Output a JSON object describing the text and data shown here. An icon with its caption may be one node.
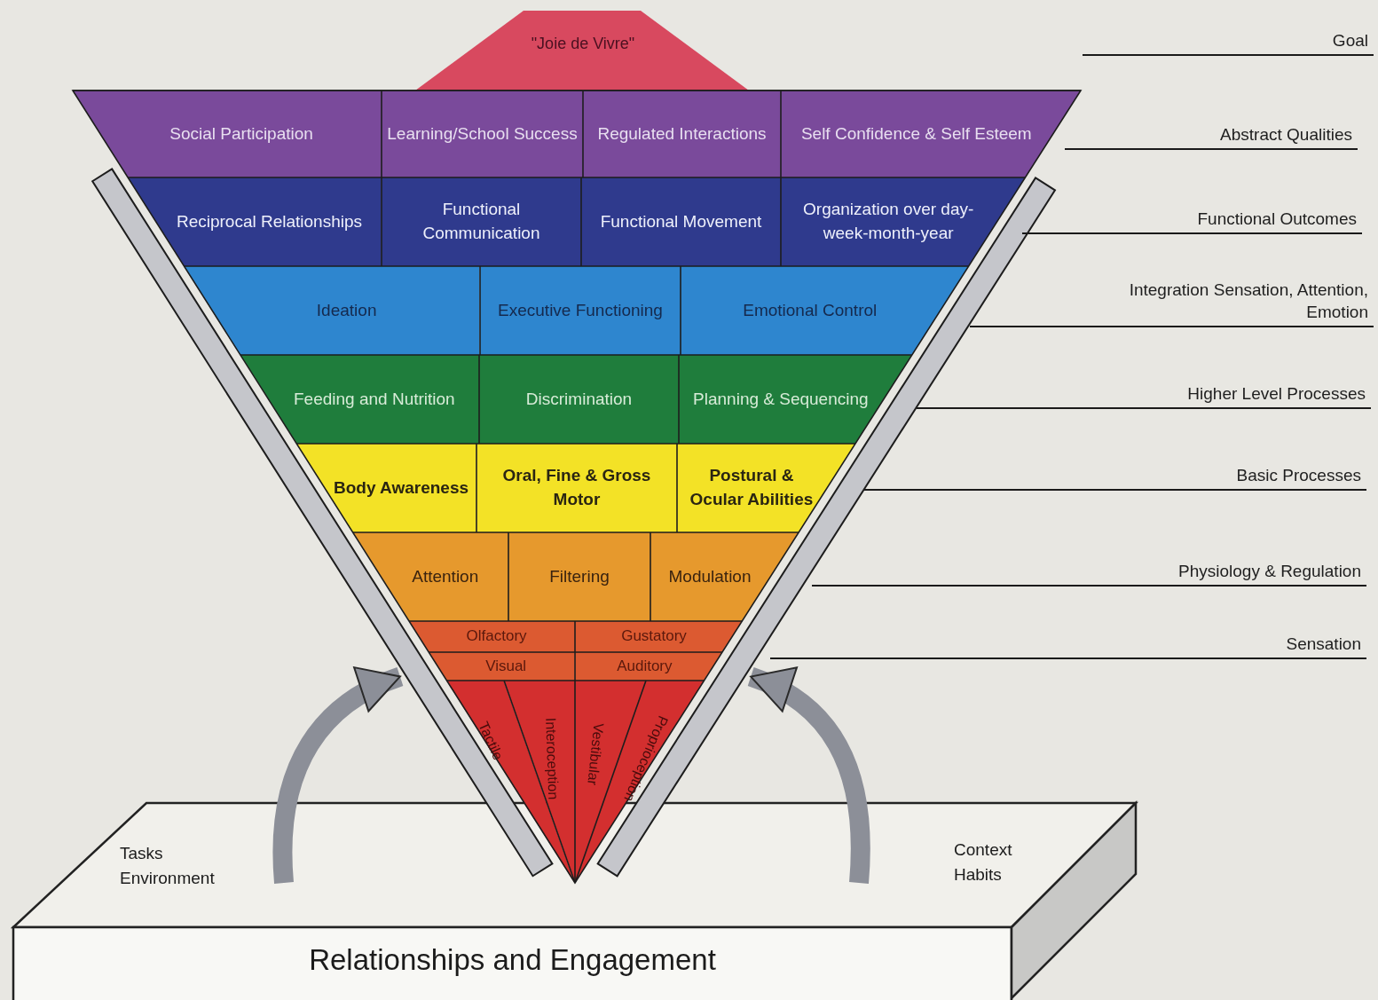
{
  "diagram": {
    "nodes": [
      {
        "text": [
          "\"Joie de Vivre\""
        ]
      },
      {
        "text": [
          "Social Participation"
        ]
      },
      {
        "text": [
          "Learning/School Success"
        ]
      },
      {
        "text": [
          "Regulated Interactions"
        ]
      },
      {
        "text": [
          "Self Confidence & Self Esteem"
        ]
      },
      {
        "text": [
          "Reciprocal Relationships"
        ]
      },
      {
        "text": [
          "Functional Communication"
        ]
      },
      {
        "text": [
          "Functional Movement"
        ]
      },
      {
        "text": [
          "Organization over day-week-month-year"
        ]
      },
      {
        "text": [
          "Ideation"
        ]
      },
      {
        "text": [
          "Executive Functioning"
        ]
      },
      {
        "text": [
          "Emotional Control"
        ]
      },
      {
        "text": [
          "Feeding and Nutrition"
        ]
      },
      {
        "text": [
          "Discrimination"
        ]
      },
      {
        "text": [
          "Planning & Sequencing"
        ]
      },
      {
        "text": [
          "Body Awareness"
        ]
      },
      {
        "text": [
          "Oral, Fine & Gross Motor"
        ]
      },
      {
        "text": [
          "Postural & Ocular Abilities"
        ]
      },
      {
        "text": [
          "Attention"
        ]
      },
      {
        "text": [
          "Filtering"
        ]
      },
      {
        "text": [
          "Modulation"
        ]
      },
      {
        "text": [
          "Olfactory"
        ]
      },
      {
        "text": [
          "Gustatory"
        ]
      },
      {
        "text": [
          "Visual"
        ]
      },
      {
        "text": [
          "Auditory"
        ]
      },
      {
        "text": [
          "Tactile"
        ]
      },
      {
        "text": [
          "Interoception"
        ]
      },
      {
        "text": [
          "Vestibular"
        ]
      },
      {
        "text": [
          "Proprioception"
        ]
      },
      {
        "text": [],
        "shape": "bar"
      },
      {
        "text": [],
        "shape": "bar"
      },
      {
        "text": [
          "Tasks Environment",
          "Context Habits",
          "Relationships and Engagement"
        ]
      }
    ],
    "edges": [
      {
        "from": 31,
        "to": 29,
        "arrow": "to"
      },
      {
        "from": 31,
        "to": 30,
        "arrow": "to"
      }
    ],
    "labels": [
      "Goal",
      "Abstract Qualities",
      "Functional Outcomes",
      "Integration Sensation, Attention, Emotion",
      "Higher Level Processes",
      "Basic Processes",
      "Physiology & Regulation",
      "Sensation"
    ]
  }
}
